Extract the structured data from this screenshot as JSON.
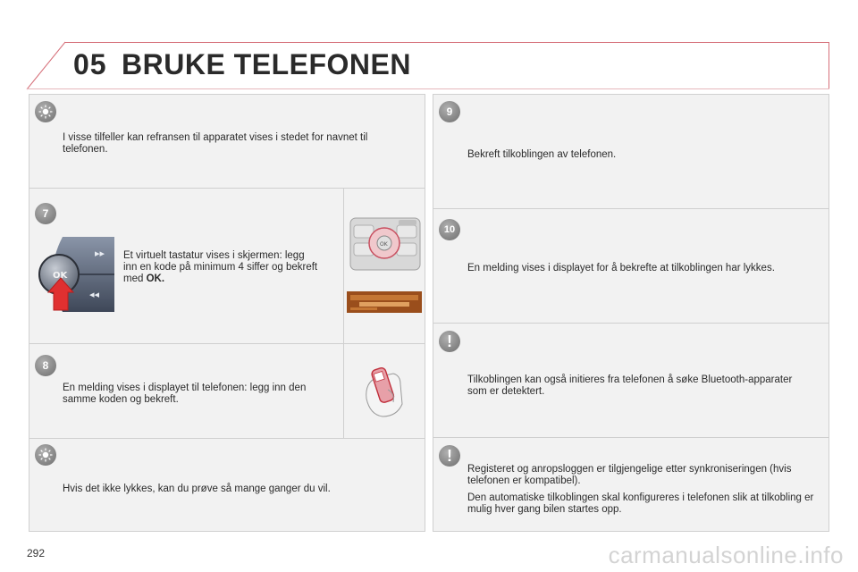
{
  "header": {
    "chapter": "05",
    "title": "BRUKE TELEFONEN"
  },
  "left": {
    "tip1": "I visse tilfeller kan refransen til apparatet vises i stedet for navnet til telefonen.",
    "step7": {
      "number": "7",
      "text": "Et virtuelt tastatur vises i skjermen: legg inn en kode på minimum 4 siffer og bekreft med ",
      "bold": "OK.",
      "ok_label": "OK"
    },
    "step8": {
      "number": "8",
      "text": "En melding vises i displayet til telefonen: legg inn den samme koden og bekreft."
    },
    "tip2": "Hvis det ikke lykkes, kan du prøve så mange ganger du vil."
  },
  "right": {
    "step9": {
      "number": "9",
      "text": "Bekreft tilkoblingen av telefonen."
    },
    "step10": {
      "number": "10",
      "text": "En melding vises i displayet for å bekrefte at tilkoblingen har lykkes."
    },
    "note1": {
      "mark": "!",
      "text": "Tilkoblingen kan også initieres fra telefonen å søke Bluetooth-apparater som er detektert."
    },
    "note2": {
      "mark": "!",
      "text1": "Registeret og anropsloggen er tilgjengelige etter synkroniseringen (hvis telefonen er kompatibel).",
      "text2": "Den automatiske tilkoblingen skal konfigureres i telefonen slik at tilkobling er mulig hver gang bilen startes opp."
    }
  },
  "footer": {
    "page": "292",
    "watermark": "carmanualsonline.info"
  }
}
